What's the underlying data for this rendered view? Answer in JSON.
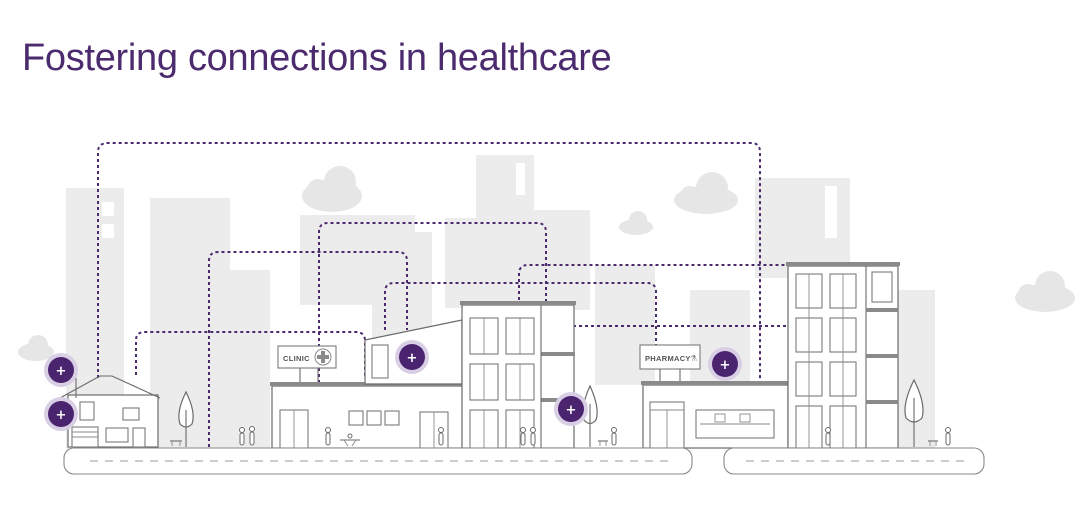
{
  "page": {
    "title": "Fostering connections in healthcare"
  },
  "signs": {
    "clinic": "CLINIC",
    "pharmacy": "PHARMACY"
  },
  "hubs": [
    {
      "id": "home-upper",
      "symbol": "+"
    },
    {
      "id": "home-lower",
      "symbol": "+"
    },
    {
      "id": "clinic",
      "symbol": "+"
    },
    {
      "id": "hospital",
      "symbol": "+"
    },
    {
      "id": "pharmacy",
      "symbol": "+"
    }
  ],
  "colors": {
    "accent": "#4b2470",
    "connector": "#4b2a6e",
    "halo": "#d9cfe5",
    "background_buildings": "#ececec",
    "outline": "#6a6a6a"
  }
}
